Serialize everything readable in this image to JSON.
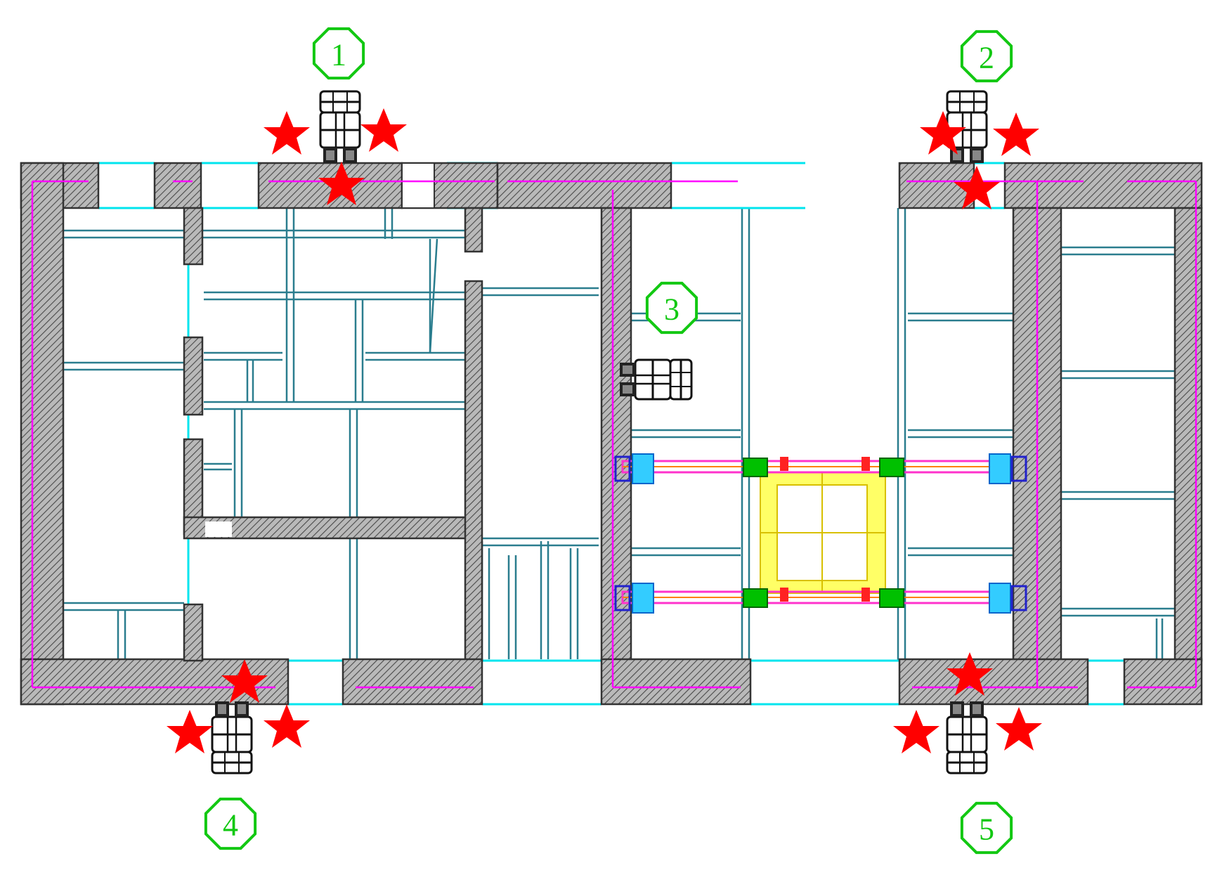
{
  "figure": {
    "kind": "construction-floor-plan",
    "markers": [
      "1",
      "2",
      "3",
      "4",
      "5"
    ],
    "colors": {
      "wall_hatch": "#9c9c9c",
      "wall_outline": "#333333",
      "formwork_line": "#ff00ff",
      "opening_line": "#00e5ee",
      "partition_line": "#2a7d8e",
      "beam_frame": "#ff33cc",
      "platform_fill": "#ffff66",
      "corner_block": "#00c000",
      "anchor_block": "#33ccff",
      "star": "#ff0000",
      "marker": "#12c812"
    },
    "icons": [
      "climbing-device-icon",
      "star-icon",
      "octagon-marker-icon"
    ]
  }
}
